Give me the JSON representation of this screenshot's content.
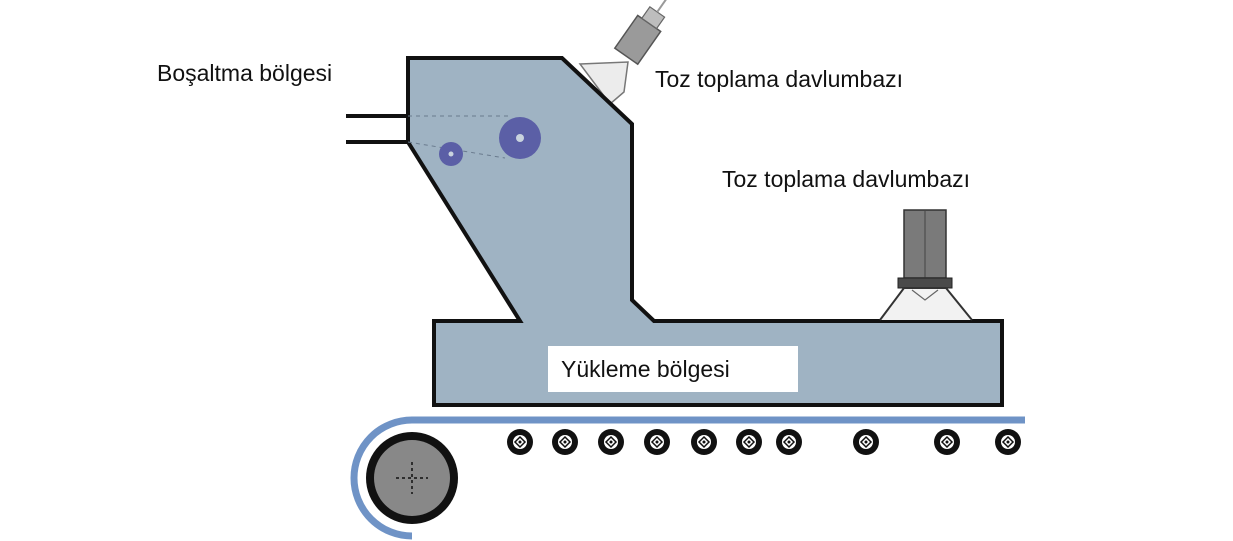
{
  "labels": {
    "unloading_zone": "Boşaltma bölgesi",
    "dust_hood_top": "Toz toplama davlumbazı",
    "dust_hood_right": "Toz toplama davlumbazı",
    "loading_zone": "Yükleme bölgesi"
  },
  "colors": {
    "body_fill": "#9fb3c3",
    "outline": "#111111",
    "belt": "#6f93c6",
    "pulley": "#5b5fa6",
    "hood_gray": "#8a8a8a"
  },
  "icons": {
    "roller": "roller-icon",
    "drum": "drum-pulley-icon",
    "pulley": "pulley-icon"
  }
}
